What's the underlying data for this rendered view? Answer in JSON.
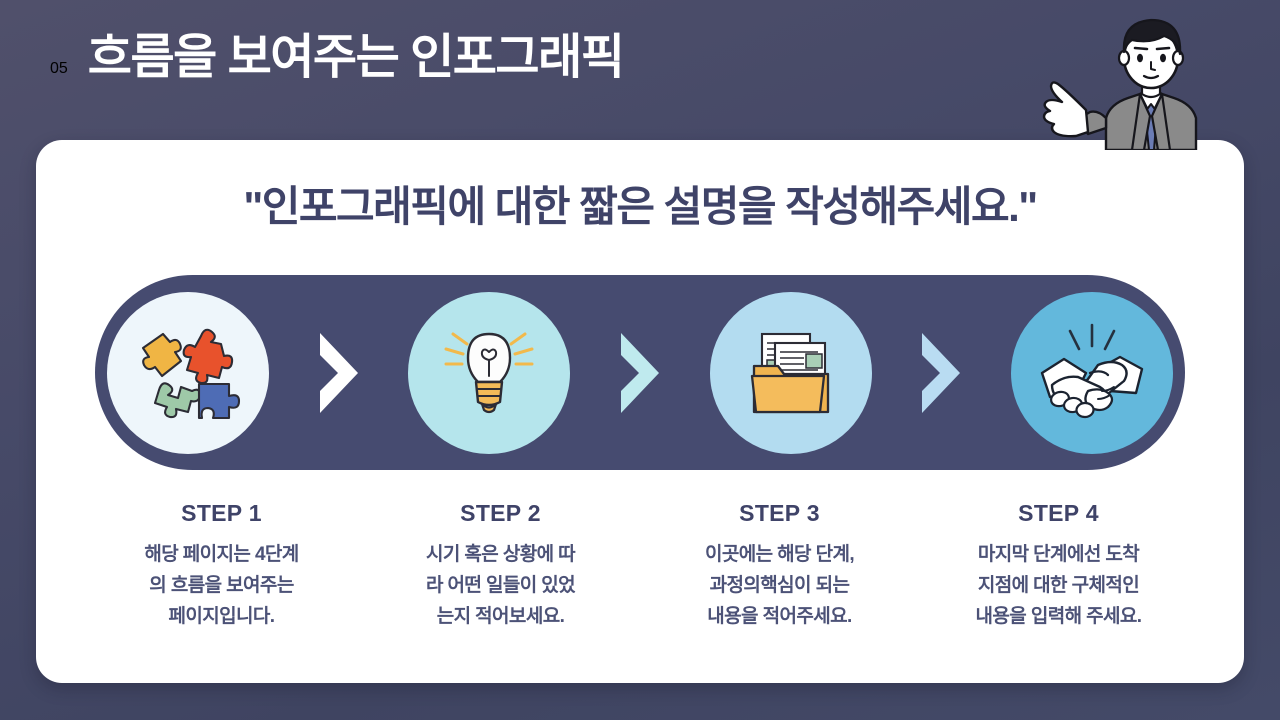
{
  "header": {
    "number": "05",
    "title": "흐름을 보여주는 인포그래픽",
    "number_color": "#e85d1f",
    "title_color": "#ffffff"
  },
  "background": {
    "color_top": "#50506b",
    "color_bottom": "#444a68"
  },
  "card": {
    "background": "#ffffff",
    "quote": "\"인포그래픽에 대한 짧은 설명을 작성해주세요.\""
  },
  "flow": {
    "band_color": "#464b70",
    "steps": [
      {
        "label": "STEP 1",
        "icon": "puzzle-pieces-icon",
        "circle_color": "#eef6fb",
        "description": "해당 페이지는 4단계\n의 흐름을 보여주는\n페이지입니다."
      },
      {
        "label": "STEP 2",
        "icon": "lightbulb-icon",
        "circle_color": "#b5e5ec",
        "description": "시기 혹은 상황에 따\n라 어떤 일들이 있었\n는지 적어보세요."
      },
      {
        "label": "STEP 3",
        "icon": "folder-documents-icon",
        "circle_color": "#b3dcf0",
        "description": "이곳에는 해당 단계,\n과정의핵심이 되는\n내용을 적어주세요."
      },
      {
        "label": "STEP 4",
        "icon": "handshake-icon",
        "circle_color": "#63b8dc",
        "description": "마지막 단계에선 도착\n지점에 대한 구체적인\n내용을 입력해 주세요."
      }
    ],
    "chevrons": [
      {
        "name": "chevron-1",
        "color": "#ffffff"
      },
      {
        "name": "chevron-2",
        "color": "#bfeaee"
      },
      {
        "name": "chevron-3",
        "color": "#b9dcf2"
      }
    ]
  },
  "presenter": {
    "icon": "presenter-character-icon",
    "hair_color": "#1b1b22",
    "suit_color": "#8a8a8a",
    "tie_color": "#6b7cb5",
    "skin_color": "#ffffff"
  }
}
